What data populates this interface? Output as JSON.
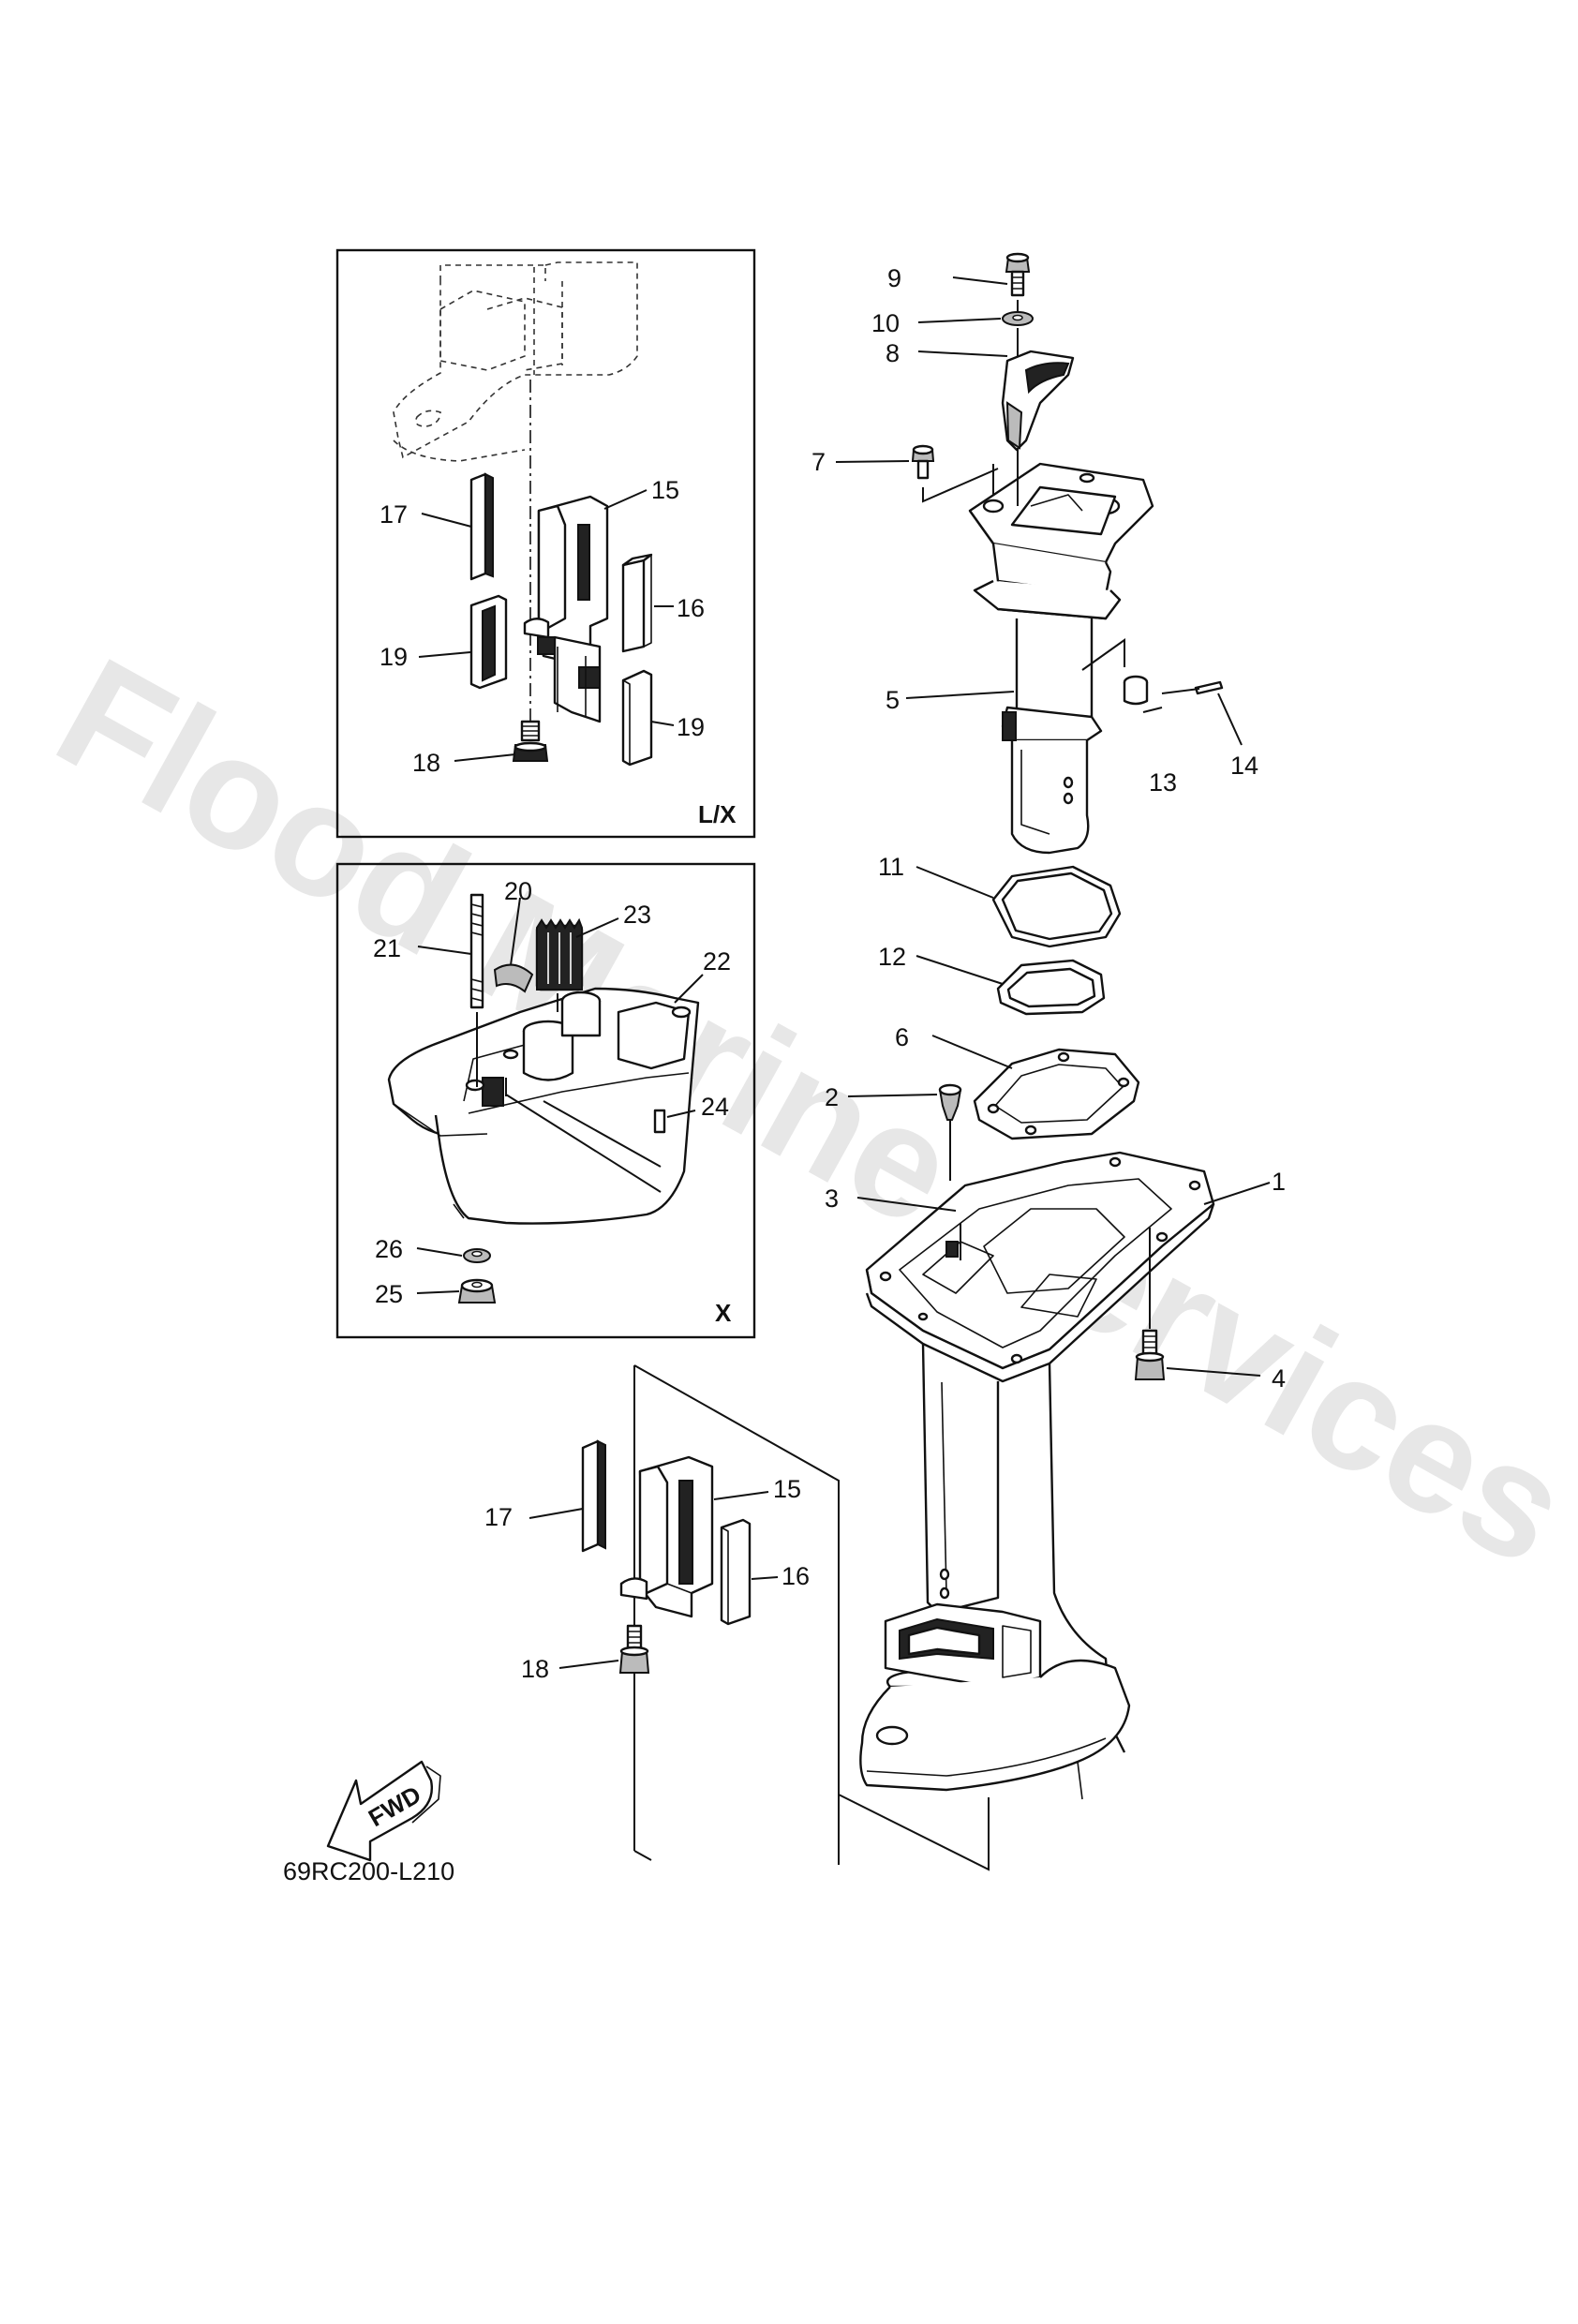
{
  "diagram": {
    "drawing_code": "69RC200-L210",
    "watermark": "Flood Marine Services",
    "direction_label": "FWD",
    "insets": {
      "lx": {
        "label": "L/X"
      },
      "x": {
        "label": "X"
      }
    },
    "callouts": {
      "c1": "1",
      "c2": "2",
      "c3": "3",
      "c4": "4",
      "c5": "5",
      "c6": "6",
      "c7": "7",
      "c8": "8",
      "c9": "9",
      "c10": "10",
      "c11": "11",
      "c12": "12",
      "c13": "13",
      "c14": "14",
      "lx15": "15",
      "lx16": "16",
      "lx17": "17",
      "lx18": "18",
      "lx19a": "19",
      "lx19b": "19",
      "x20": "20",
      "x21": "21",
      "x22": "22",
      "x23": "23",
      "x24": "24",
      "x25": "25",
      "x26": "26",
      "m15": "15",
      "m16": "16",
      "m17": "17",
      "m18": "18"
    }
  }
}
